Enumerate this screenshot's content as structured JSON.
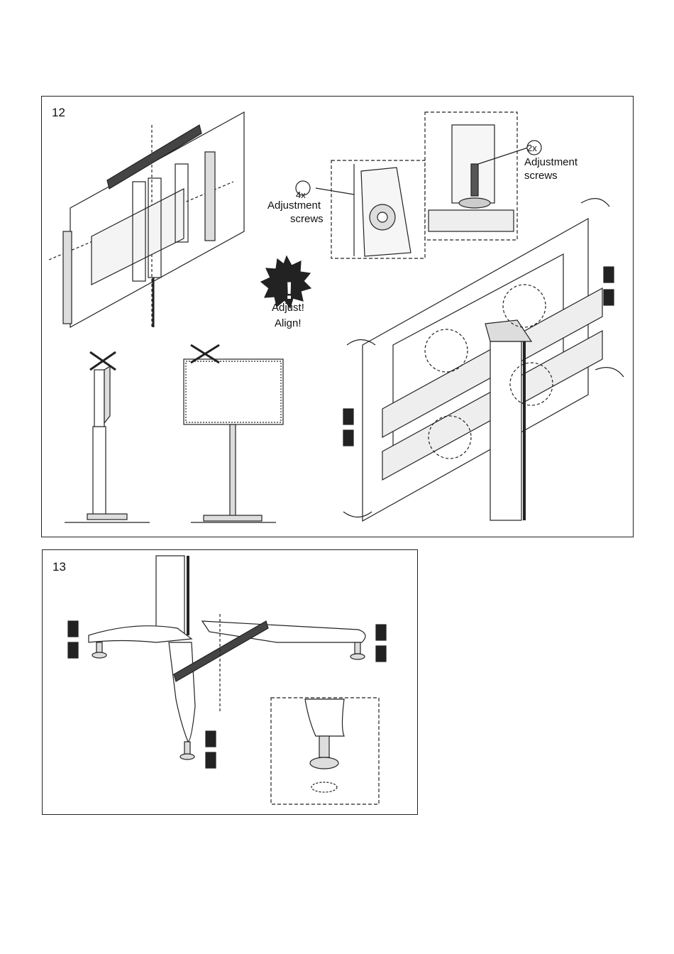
{
  "step12": {
    "number": "12",
    "callout_4x": {
      "count": "4x",
      "line1": "Adjustment",
      "line2": "screws"
    },
    "callout_2x": {
      "count": "2x",
      "line1": "Adjustment",
      "line2": "screws"
    },
    "warning": {
      "symbol": "!",
      "line1": "Adjust!",
      "line2": "Align!"
    }
  },
  "step13": {
    "number": "13"
  }
}
